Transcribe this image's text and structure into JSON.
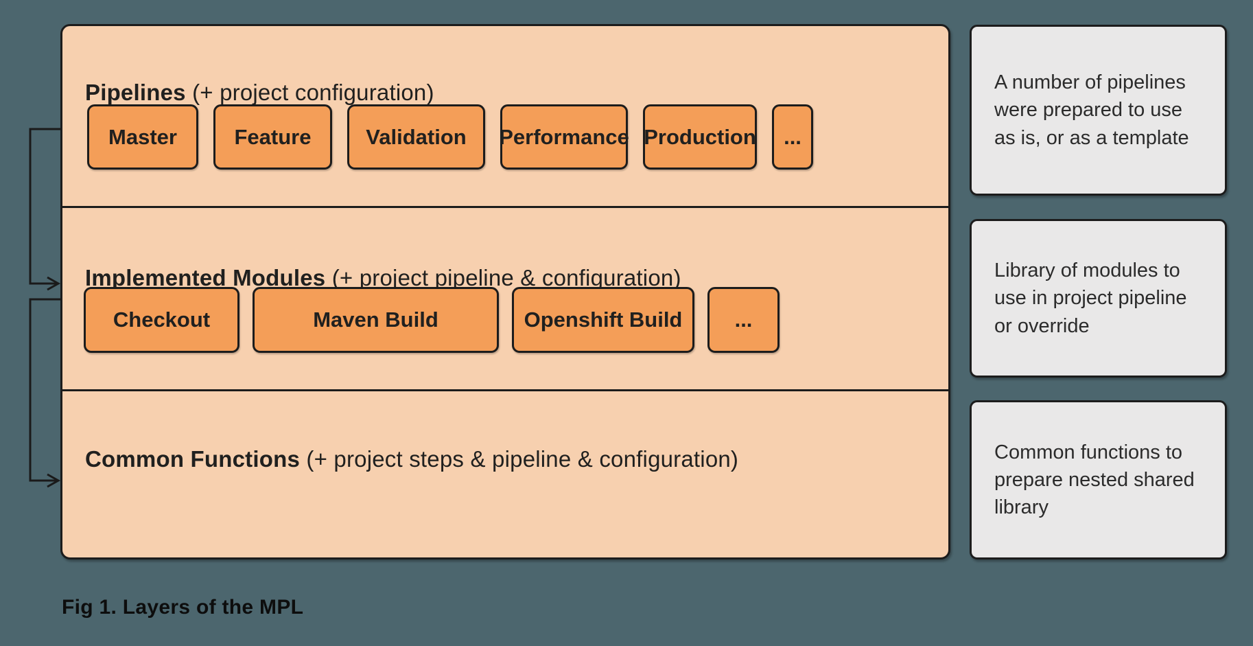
{
  "figure": {
    "caption": "Fig 1. Layers of the MPL"
  },
  "panel": {
    "fill_color": "#F7D0AF",
    "border_color": "#1C1C1C",
    "button_fill_color": "#F49E58",
    "sections": [
      {
        "id": "pipelines",
        "title_bold": "Pipelines",
        "title_rest": " (+ project configuration)",
        "buttons": [
          "Master",
          "Feature",
          "Validation",
          "Performance",
          "Production",
          "..."
        ]
      },
      {
        "id": "implemented-modules",
        "title_bold": "Implemented Modules",
        "title_rest": " (+ project pipeline & configuration)",
        "buttons": [
          "Checkout",
          "Maven Build",
          "Openshift Build",
          "..."
        ]
      },
      {
        "id": "common-functions",
        "title_bold": "Common Functions",
        "title_rest": " (+ project steps & pipeline & configuration)",
        "buttons": []
      }
    ]
  },
  "annotations": [
    {
      "text": "A number of pipelines were prepared to use as is, or as a template"
    },
    {
      "text": "Library of modules to use in project pipeline or override"
    },
    {
      "text": "Common functions to prepare nested shared library"
    }
  ],
  "colors": {
    "background": "#4C666E",
    "note_fill": "#E9E8E8",
    "line": "#1C1C1C",
    "text": "#20201F"
  }
}
